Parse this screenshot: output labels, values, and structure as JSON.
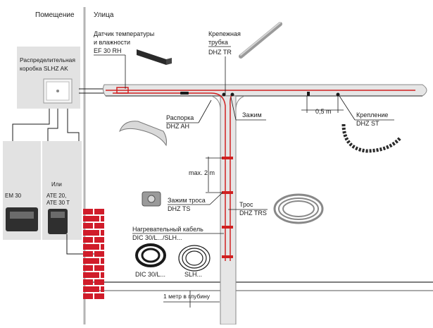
{
  "zones": {
    "indoor": "Помещение",
    "outdoor": "Улица"
  },
  "components": {
    "junction_box": {
      "line1": "Распределительная",
      "line2": "коробка SLHZ AK"
    },
    "sensor": {
      "line1": "Датчик температуры",
      "line2": "и влажности",
      "model": "EF 30 RH"
    },
    "mount_tube": {
      "line1": "Крепежная",
      "line2": "трубка",
      "model": "DHZ TR"
    },
    "spacer": {
      "name": "Распорка",
      "model": "DHZ AH"
    },
    "clamp": {
      "name": "Зажим"
    },
    "fastener": {
      "name": "Крепление",
      "model": "DHZ ST"
    },
    "rope_clamp": {
      "name": "Зажим троса",
      "model": "DHZ TS"
    },
    "rope": {
      "name": "Трос",
      "model": "DHZ TRS"
    },
    "heating_cable": {
      "name": "Нагревательный кабель",
      "model": "DIC 30/L.../SLH...",
      "coil_a": "DIC 30/L...",
      "coil_b": "SLH..."
    },
    "controller_a": {
      "name": "EM 30"
    },
    "controller_or": {
      "name": "Или"
    },
    "controller_b": {
      "line1": "ATE 20,",
      "line2": "ATE 30 T"
    }
  },
  "dimensions": {
    "spacing": "0,5 m",
    "max_spacing": "max. 2 m",
    "depth": "1 метр в глубину"
  },
  "colors": {
    "heating_cable": "#d02020",
    "pipe_fill": "#e6e6e6",
    "panel_fill": "#e2e2e2",
    "brick": "#d01c2a",
    "line": "#1a1a1a"
  }
}
